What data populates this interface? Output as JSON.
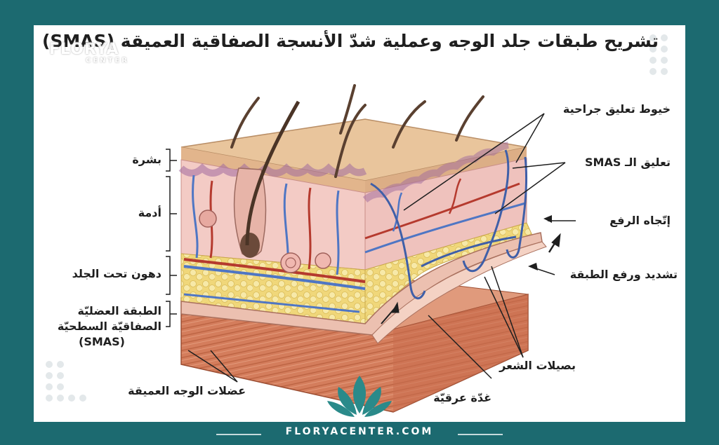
{
  "title": "تشريح طبقات جلد الوجه وعملية شدّ الأنسجة الصفاقية العميقة (SMAS)",
  "brand": {
    "name": "FLORYA",
    "sub": "CENTER",
    "footer": "FLORYACENTER.COM"
  },
  "left_labels": {
    "epidermis": "بشرة",
    "dermis": "أدمة",
    "subcutaneous_fat": "دهون تحت الجلد",
    "smas_line1": "الطبقة العضليّة",
    "smas_line2": "الصفاقيّة السطحيّة",
    "smas_line3": "(SMAS)",
    "deep_muscles": "عضلات الوجه العميقة"
  },
  "right_labels": {
    "suspension_threads": "خيوط تعليق جراحية",
    "smas_suspension": "تعليق الـ SMAS",
    "lift_direction": "إتّجاه الرفع",
    "tighten_lift": "تشديد ورفع الطبقة",
    "hair_follicles": "بصيلات الشعر",
    "sweat_gland": "غدّة عرقيّة"
  },
  "colors": {
    "frame": "#1c6a70",
    "skin_top": "#e8c6a0",
    "dermis": "#f1c7c4",
    "fat": "#f3df86",
    "muscle": "#d98868",
    "smas": "#e9b8a8",
    "vein": "#4f76c4",
    "artery": "#b53a2e",
    "logo": "#2a8a8a"
  }
}
